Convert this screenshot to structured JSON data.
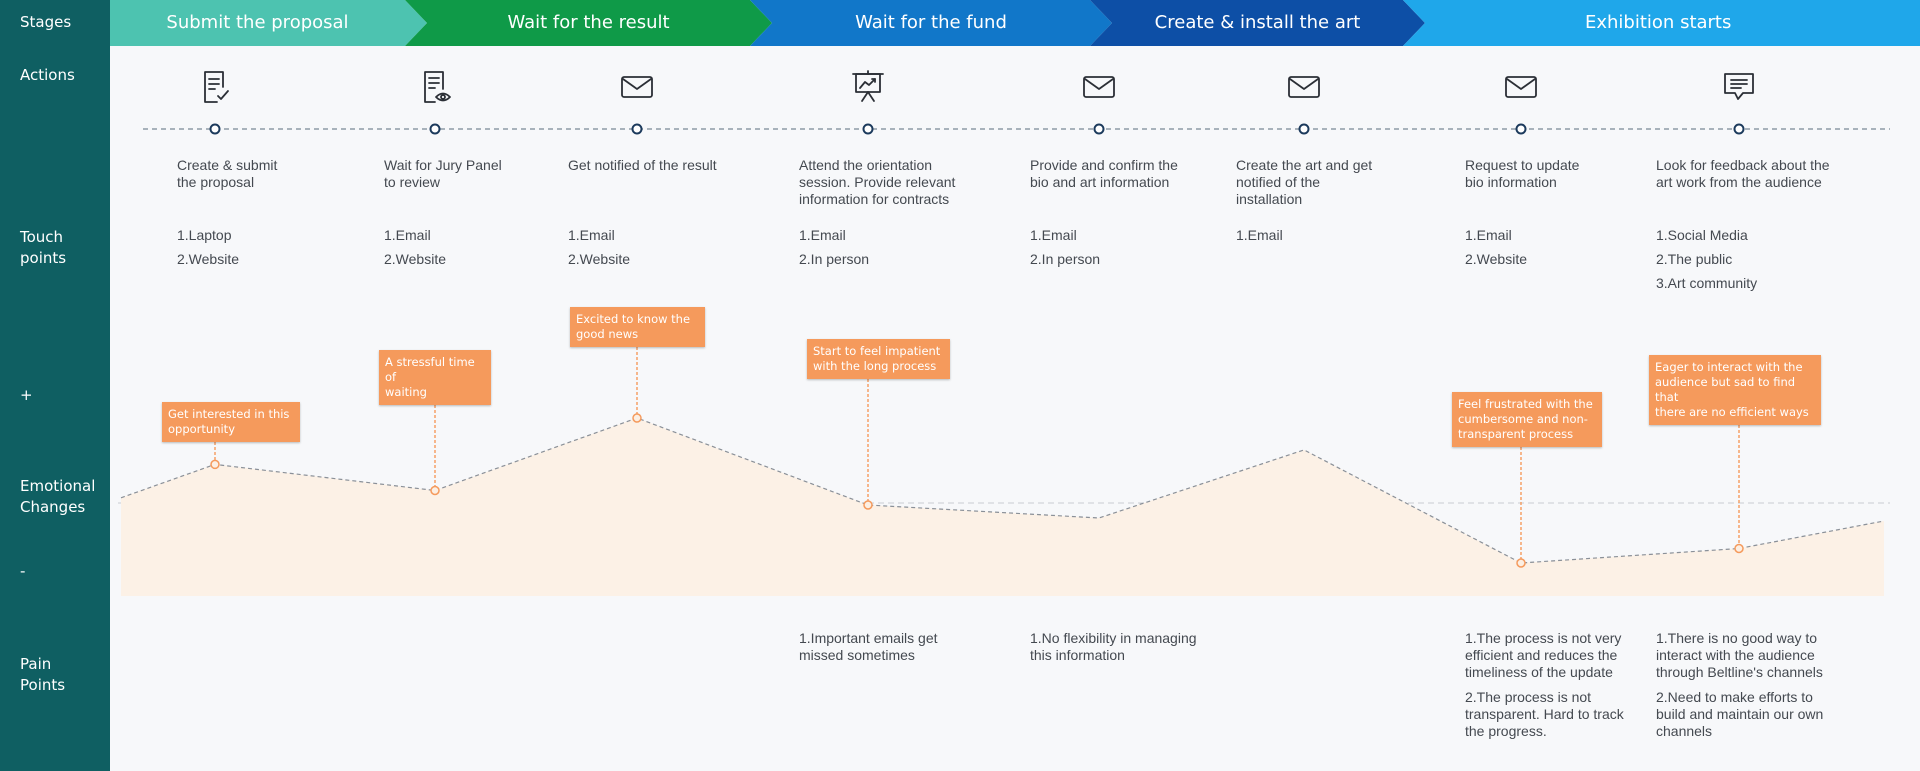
{
  "rows": {
    "stages": "Stages",
    "actions": "Actions",
    "touch_points": "Touch\npoints",
    "plus": "+",
    "emotional_changes": "Emotional\nChanges",
    "minus": "-",
    "pain_points": "Pain\nPoints"
  },
  "stages": [
    {
      "label": "Submit the proposal",
      "color": "#4dc3b0"
    },
    {
      "label": "Wait for the result",
      "color": "#0f9a48"
    },
    {
      "label": "Wait for the fund",
      "color": "#1177c9"
    },
    {
      "label": "Create & install the art",
      "color": "#0d4fa6"
    },
    {
      "label": "Exhibition starts",
      "color": "#1fa7ea"
    }
  ],
  "steps": [
    {
      "icon": "document-check-icon",
      "action": "Create & submit\nthe proposal",
      "touch_points": [
        "1.Laptop",
        "2.Website"
      ],
      "emotion": 0.68,
      "callout": "Get interested in this\nopportunity",
      "pain_points": []
    },
    {
      "icon": "document-eye-icon",
      "action": "Wait for Jury Panel\nto review",
      "touch_points": [
        "1.Email",
        "2.Website"
      ],
      "emotion": 0.5,
      "callout": "A stressful time of\nwaiting",
      "pain_points": []
    },
    {
      "icon": "envelope-icon",
      "action": "Get notified of the result",
      "touch_points": [
        "1.Email",
        "2.Website"
      ],
      "emotion": 1.0,
      "callout": "Excited to know the\ngood news",
      "pain_points": []
    },
    {
      "icon": "presentation-board-icon",
      "action": "Attend the orientation\nsession. Provide relevant\ninformation for contracts",
      "touch_points": [
        "1.Email",
        "2.In person"
      ],
      "emotion": 0.4,
      "callout": "Start to feel impatient\nwith the long process",
      "pain_points": [
        "1.Important emails get\nmissed sometimes"
      ]
    },
    {
      "icon": "envelope-icon",
      "action": "Provide and confirm the\nbio and art information",
      "touch_points": [
        "1.Email",
        "2.In person"
      ],
      "emotion": 0.31,
      "callout": "",
      "pain_points": [
        "1.No flexibility in managing\nthis information"
      ]
    },
    {
      "icon": "envelope-icon",
      "action": "Create the art and get\nnotified of the\ninstallation",
      "touch_points": [
        "1.Email"
      ],
      "emotion": 0.78,
      "callout": "",
      "pain_points": []
    },
    {
      "icon": "envelope-icon",
      "action": "Request to update\nbio information",
      "touch_points": [
        "1.Email",
        "2.Website"
      ],
      "emotion": 0.0,
      "callout": "Feel frustrated with the\ncumbersome and non-\ntransparent process",
      "pain_points": [
        "1.The process is not very\nefficient and reduces the\ntimeliness of the update",
        "2.The process is not\ntransparent. Hard to track\nthe progress."
      ]
    },
    {
      "icon": "chat-bubble-icon",
      "action": "Look for feedback about the\nart work from the audience",
      "touch_points": [
        "1.Social Media",
        "2.The public",
        "3.Art community"
      ],
      "emotion": 0.1,
      "callout": "Eager to interact with the\naudience but sad to find that\nthere are no efficient ways",
      "pain_points": [
        "1.There is no good way to\ninteract with the audience\nthrough Beltline's channels",
        "2.Need to make efforts to\nbuild and maintain our own\nchannels"
      ]
    }
  ],
  "curve_ends": {
    "start": 0.45,
    "end": 0.29
  },
  "colors": {
    "sidebar": "#0f5f62",
    "canvas": "#f7f8fa",
    "area_fill": "#fcf1e6",
    "callout": "#f59a5c",
    "node": "#1c3a5c",
    "text": "#444950"
  }
}
